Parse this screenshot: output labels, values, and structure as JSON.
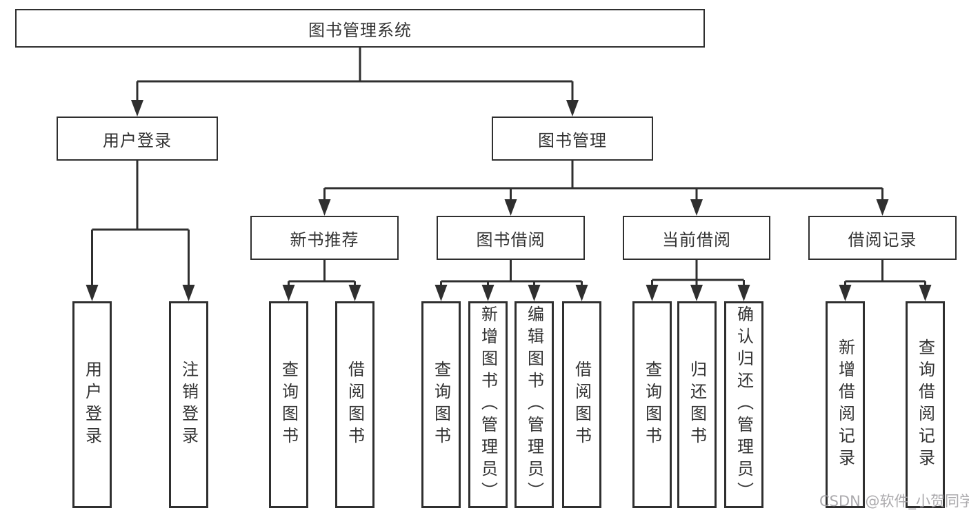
{
  "nodes": {
    "root": "图书管理系统",
    "user_login": "用户登录",
    "book_management": "图书管理",
    "new_book_recommend": "新书推荐",
    "book_borrow": "图书借阅",
    "current_borrow": "当前借阅",
    "borrow_record": "借阅记录"
  },
  "leaves": {
    "user_login": "用户登录",
    "logout": "注销登录",
    "recommend_query_book": "查询图书",
    "recommend_borrow_book": "借阅图书",
    "borrow_query_book": "查询图书",
    "borrow_add_book": "新增图书（管理员）",
    "borrow_edit_book": "编辑图书（管理员）",
    "borrow_borrow_book": "借阅图书",
    "current_query_book": "查询图书",
    "current_return_book": "归还图书",
    "current_confirm_return": "确认归还（管理员）",
    "record_add": "新增借阅记录",
    "record_query": "查询借阅记录"
  },
  "watermark": "CSDN @软件_小贺同学",
  "colors": {
    "line": "#2f2f2f",
    "text": "#333333",
    "background": "#ffffff",
    "watermark": "#a3a1a5"
  }
}
